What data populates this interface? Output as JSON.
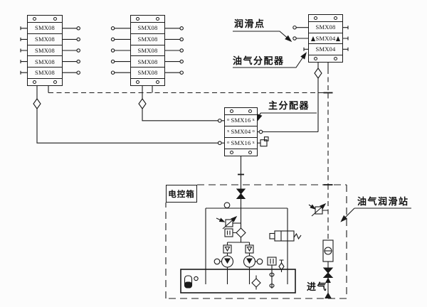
{
  "labels": {
    "lube_point": "润滑点",
    "oil_gas_distributor": "油气分配器",
    "main_distributor": "主分配器",
    "electric_control_box": "电控箱",
    "oil_gas_lube_station": "油气润滑站",
    "air_inlet": "进气"
  },
  "blocks": {
    "left_manifold_1": {
      "rows": [
        "SMX08",
        "SMX08",
        "SMX08",
        "SMX08",
        "SMX08"
      ]
    },
    "left_manifold_2": {
      "rows": [
        "SMX08",
        "SMX08",
        "SMX08",
        "SMX08",
        "SMX08"
      ]
    },
    "right_manifold": {
      "rows": [
        "SMX08",
        "SMX04",
        "SMX04"
      ]
    },
    "main_manifold": {
      "rows": [
        {
          "label": "SMX16",
          "left_mark": "o",
          "right_mark": "x"
        },
        {
          "label": "SMX04",
          "left_mark": "x",
          "right_mark": "o"
        },
        {
          "label": "SMX16",
          "left_mark": "o",
          "right_mark": "x"
        }
      ]
    }
  },
  "colors": {
    "line": "#1a1a1a",
    "background": "#fcfcfc"
  }
}
